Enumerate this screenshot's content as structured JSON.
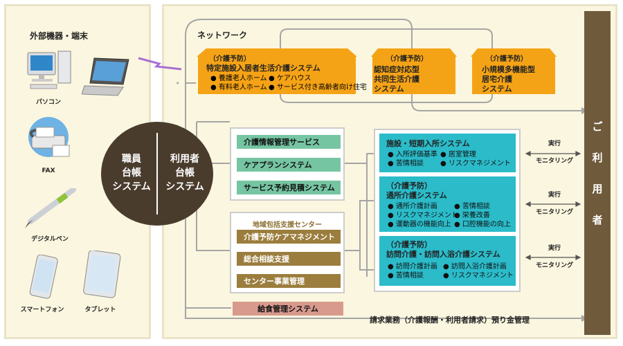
{
  "left_panel": {
    "title": "外部機器・端末",
    "devices": {
      "pc": "パソコン",
      "fax": "FAX",
      "pen": "デジタルペン",
      "smartphone": "スマートフォン",
      "tablet": "タブレット"
    }
  },
  "network_label": "ネットワーク",
  "ledger": {
    "staff": [
      "職員",
      "台帳",
      "システム"
    ],
    "user": [
      "利用者",
      "台帳",
      "システム"
    ]
  },
  "orange_boxes": [
    {
      "prefix": "（介護予防）",
      "title_lines": [
        "特定施設入居者生活介護システム"
      ],
      "bullets": [
        [
          "● 養護老人ホーム",
          "● ケアハウス"
        ],
        [
          "● 有料老人ホーム",
          "● サービス付き高齢者向け住宅"
        ]
      ]
    },
    {
      "prefix": "（介護予防）",
      "title_lines": [
        "認知症対応型",
        "共同生活介護",
        "システム"
      ]
    },
    {
      "prefix": "（介護予防）",
      "title_lines": [
        "小規模多機能型",
        "居宅介護",
        "システム"
      ]
    }
  ],
  "green_items": [
    "介護情報管理サービス",
    "ケアプランシステム",
    "サービス予約見積システム"
  ],
  "center": {
    "title": "地域包括支援センター",
    "items": [
      "介護予防ケアマネジメント",
      "総合相談支援",
      "センター事業管理"
    ]
  },
  "meal_system": "給食管理システム",
  "teal_boxes": [
    {
      "title_lines": [
        "施設・短期入所システム"
      ],
      "bullets": [
        [
          "● 入所評価基準",
          "● 居室管理"
        ],
        [
          "● 苦情相談",
          "● リスクマネジメント"
        ]
      ]
    },
    {
      "title_lines": [
        "（介護予防）",
        "通所介護システム"
      ],
      "bullets": [
        [
          "● 通所介護計画",
          "● 苦情相談"
        ],
        [
          "● リスクマネジメント",
          "● 栄養改善"
        ],
        [
          "● 運動器の機能向上",
          "● 口腔機能の向上"
        ]
      ]
    },
    {
      "title_lines": [
        "（介護予防）",
        "訪問介護・訪問入浴介護システム"
      ],
      "bullets": [
        [
          "● 訪問介護計画",
          "● 訪問入浴介護計画"
        ],
        [
          "● 苦情相談",
          "● リスクマネジメント"
        ]
      ]
    }
  ],
  "monitoring": {
    "line1": "実行",
    "line2": "モニタリング"
  },
  "billing": "請求業務（介護報酬・利用者請求）預り金管理",
  "user_bar": [
    "ご",
    "利",
    "用",
    "者"
  ],
  "colors": {
    "panel_bg": "#fbf6df",
    "orange": "#f5a316",
    "green": "#76c5a2",
    "olive": "#9b7d3d",
    "teal": "#2bbbc9",
    "pink": "#d99a8e",
    "brown": "#6f5b3c",
    "circle": "#4a3c2d"
  }
}
